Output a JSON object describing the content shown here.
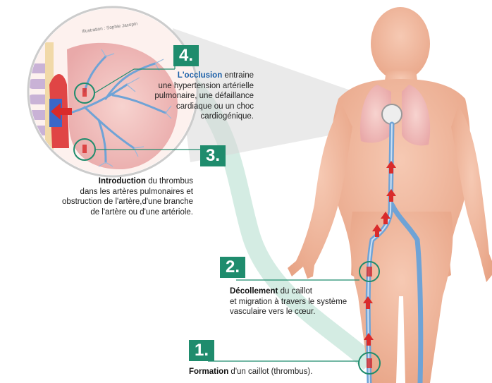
{
  "credit": "Illustration : Sophie Jacopin",
  "steps": [
    {
      "number": "1.",
      "bold": "Formation",
      "rest": " d'un caillot (thrombus)."
    },
    {
      "number": "2.",
      "bold": "Décollement",
      "rest": " du caillot",
      "lines": [
        "et migration à travers le système",
        "vasculaire vers le cœur."
      ]
    },
    {
      "number": "3.",
      "bold": "Introduction",
      "rest": " du thrombus",
      "lines": [
        "dans les artères pulmonaires et",
        "obstruction de l'artère,d'une branche",
        "de l'artère ou d'une artériole."
      ]
    },
    {
      "number": "4.",
      "bold": "L'occlusion",
      "rest": " entraine",
      "lines": [
        "une hypertension artérielle",
        "pulmonaire, une défaillance",
        "cardiaque ou un choc",
        "cardiogénique."
      ]
    }
  ],
  "colors": {
    "badge": "#1f8c6d",
    "skin": "#f2b9a0",
    "vessel": "#6fa3d6",
    "clot": "#d92b2b",
    "connector": "#bfe3d6"
  }
}
